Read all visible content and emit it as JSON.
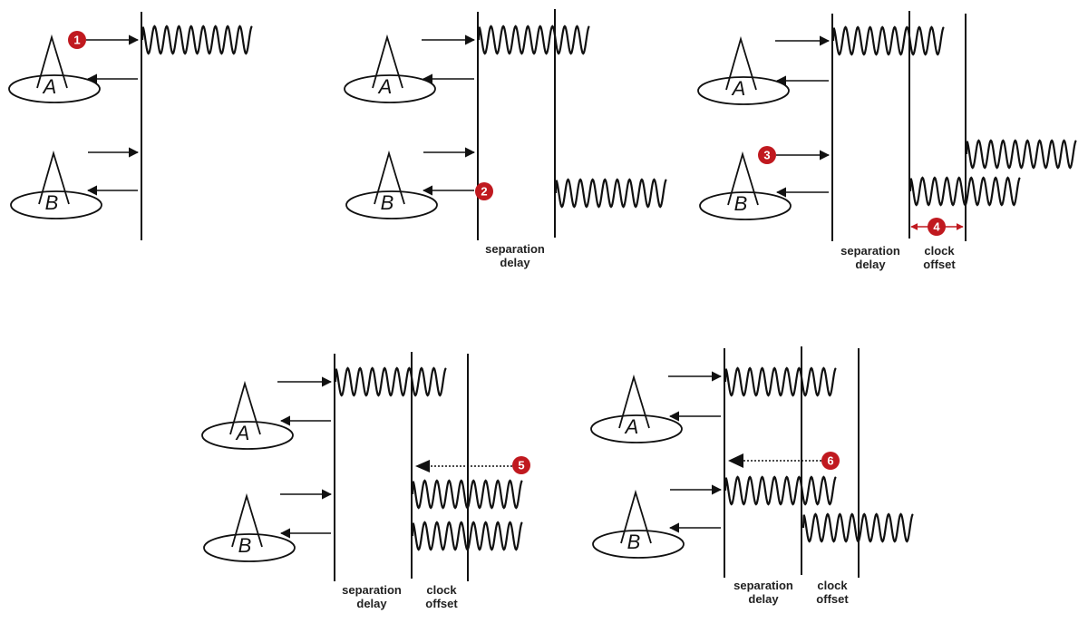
{
  "diagram": {
    "title": "Clock offset measurement between two stations A and B",
    "nodes": {
      "a": "A",
      "b": "B"
    },
    "captions": {
      "separation_delay_line1": "separation",
      "separation_delay_line2": "delay",
      "clock_offset_line1": "clock",
      "clock_offset_line2": "offset"
    },
    "markers": [
      "1",
      "2",
      "3",
      "4",
      "5",
      "6"
    ],
    "marker_color": "#c0191f",
    "line_color": "#111111",
    "panels": [
      {
        "id": "panel-1",
        "step_markers": [
          "1"
        ],
        "description": "A transmits a signal"
      },
      {
        "id": "panel-2",
        "step_markers": [
          "2"
        ],
        "description": "B receives after separation delay",
        "captions": [
          "separation delay"
        ]
      },
      {
        "id": "panel-3",
        "step_markers": [
          "3",
          "4"
        ],
        "description": "B transmits; clock offset shown",
        "captions": [
          "separation delay",
          "clock offset"
        ]
      },
      {
        "id": "panel-4",
        "step_markers": [
          "5"
        ],
        "description": "B compares signals",
        "captions": [
          "separation delay",
          "clock offset"
        ]
      },
      {
        "id": "panel-5",
        "step_markers": [
          "6"
        ],
        "description": "A receives B's signal",
        "captions": [
          "separation delay",
          "clock offset"
        ]
      }
    ]
  }
}
